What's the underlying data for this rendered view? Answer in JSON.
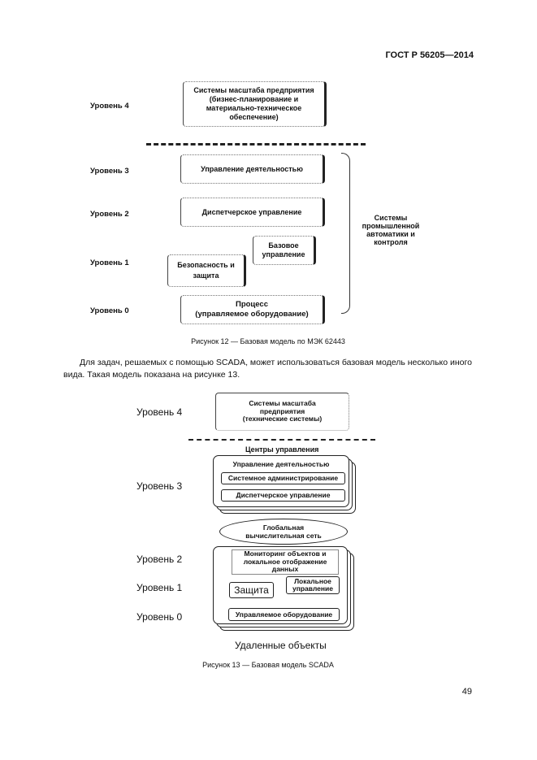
{
  "header": {
    "standard": "ГОСТ Р 56205—2014"
  },
  "figure12": {
    "levels": [
      "Уровень 4",
      "Уровень 3",
      "Уровень 2",
      "Уровень 1",
      "Уровень 0"
    ],
    "boxes": {
      "enterprise": [
        "Системы масштаба предприятия",
        "(бизнес-планирование и",
        "материально-техническое",
        "обеспечение)"
      ],
      "operations": "Управление деятельностью",
      "dispatch": "Диспетчерское управление",
      "basic_control": [
        "Базовое",
        "управление"
      ],
      "safety": [
        "Безопасность и",
        "защита"
      ],
      "process": [
        "Процесс",
        "(управляемое оборудование)"
      ]
    },
    "brace_label": [
      "Системы",
      "промышленной",
      "автоматики и",
      "контроля"
    ],
    "caption": "Рисунок 12 — Базовая модель по МЭК 62443"
  },
  "paragraph": "Для задач, решаемых с помощью SCADA, может использоваться базовая модель несколько иного вида. Такая модель показана на рисунке 13.",
  "figure13": {
    "levels": [
      "Уровень 4",
      "Уровень 3",
      "Уровень 2",
      "Уровень 1",
      "Уровень 0"
    ],
    "enterprise": [
      "Системы масштаба",
      "предприятия",
      "(технические системы)"
    ],
    "control_centers": "Центры управления",
    "operations": "Управление деятельностью",
    "sysadmin": "Системное администрирование",
    "dispatch": "Диспетчерское управление",
    "wan": [
      "Глобальная",
      "вычислительная сеть"
    ],
    "monitoring": [
      "Мониторинг объектов и",
      "локальное отображение",
      "данных"
    ],
    "protection": "Защита",
    "local_control": [
      "Локальное",
      "управление"
    ],
    "equipment": "Управляемое оборудование",
    "remote_sites": "Удаленные объекты",
    "caption": "Рисунок 13 — Базовая модель SCADA"
  },
  "page_number": "49"
}
